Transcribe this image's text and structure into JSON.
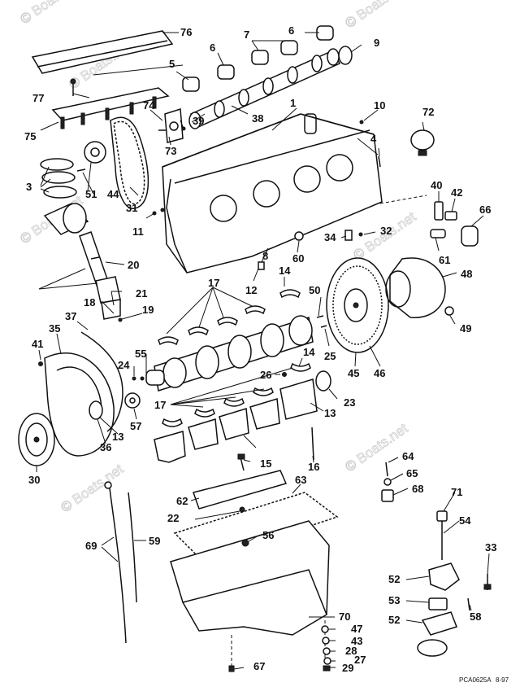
{
  "diagram": {
    "callouts": [
      "1",
      "3",
      "4",
      "5",
      "6",
      "6",
      "7",
      "8",
      "9",
      "10",
      "11",
      "12",
      "13",
      "13",
      "14",
      "14",
      "15",
      "16",
      "17",
      "17",
      "18",
      "19",
      "20",
      "21",
      "22",
      "23",
      "24",
      "25",
      "26",
      "27",
      "28",
      "29",
      "30",
      "31",
      "32",
      "33",
      "34",
      "35",
      "36",
      "37",
      "38",
      "39",
      "40",
      "41",
      "42",
      "43",
      "44",
      "45",
      "46",
      "47",
      "48",
      "49",
      "50",
      "51",
      "52",
      "52",
      "53",
      "54",
      "55",
      "56",
      "57",
      "58",
      "59",
      "60",
      "61",
      "62",
      "63",
      "64",
      "65",
      "66",
      "67",
      "68",
      "69",
      "70",
      "71",
      "72",
      "73",
      "74",
      "75",
      "76",
      "77"
    ],
    "watermark": "© Boats.net",
    "reference_code": "PCA0625A",
    "date_code": "8-97"
  }
}
